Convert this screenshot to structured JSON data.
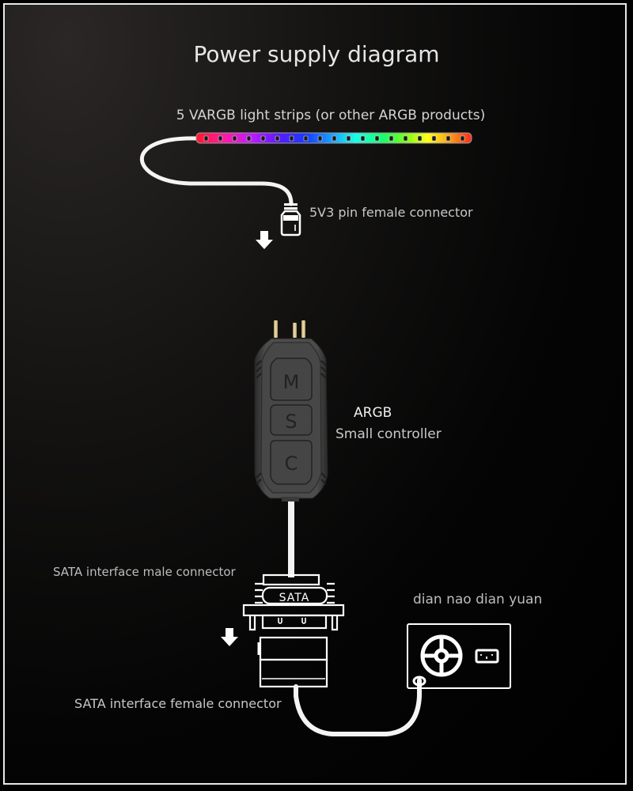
{
  "title": "Power supply diagram",
  "labels": {
    "light_strip": "5 VARGB light strips (or other ARGB products)",
    "female_3pin": "5V3 pin female connector",
    "controller_line1": "ARGB",
    "controller_line2": "Small controller",
    "sata_male": "SATA interface male connector",
    "sata_female": "SATA interface female connector",
    "psu": "dian nao dian yuan"
  },
  "controller": {
    "buttons": [
      "M",
      "S",
      "C"
    ]
  },
  "sata_badge": "SATA",
  "led_strip": {
    "led_count": 19,
    "gradient_colors": [
      "#ff1a2a",
      "#ff1aa0",
      "#c21aff",
      "#5a1aff",
      "#1a3cff",
      "#1aa8ff",
      "#1affe6",
      "#1aff6a",
      "#7aff1a",
      "#ffff1a",
      "#ffa01a",
      "#ff2a1a"
    ]
  },
  "colors": {
    "background": "#000000",
    "frame": "#e8e8e8",
    "controller_body": "#4a4a4a",
    "pin_gold": "#d8c48a",
    "line_art": "#ffffff"
  }
}
